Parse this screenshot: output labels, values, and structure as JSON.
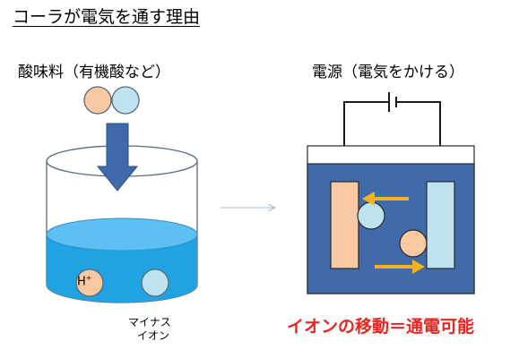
{
  "title": "コーラが電気を通す理由",
  "left": {
    "acid_label": "酸味料（有機酸など）",
    "ion_h": "H",
    "ion_h_sup": "+",
    "minus_ion_line1": "マイナス",
    "minus_ion_line2": "イオン"
  },
  "right": {
    "power_label": "電源（電気をかける）",
    "result_label": "イオンの移動＝通電可能"
  },
  "colors": {
    "orange_ball": "#f8c9a3",
    "blue_ball": "#bfe3ee",
    "liquid": "#1fa3e3",
    "tank_water": "#416aaa",
    "arrow_blue": "#3f69aa",
    "yellow_arrow": "#f6b21a",
    "result_red": "#e8261f"
  }
}
